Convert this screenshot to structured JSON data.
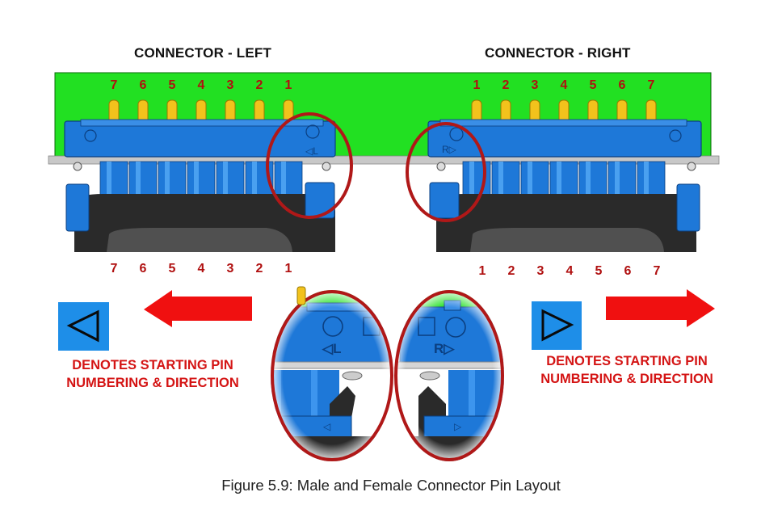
{
  "left": {
    "title": "CONNECTOR - LEFT",
    "pins_top": [
      "7",
      "6",
      "5",
      "4",
      "3",
      "2",
      "1"
    ],
    "pins_bottom": [
      "7",
      "6",
      "5",
      "4",
      "3",
      "2",
      "1"
    ],
    "marker_letter": "L",
    "denotes_line1": "DENOTES STARTING PIN",
    "denotes_line2": "NUMBERING & DIRECTION"
  },
  "right": {
    "title": "CONNECTOR - RIGHT",
    "pins_top": [
      "1",
      "2",
      "3",
      "4",
      "5",
      "6",
      "7"
    ],
    "pins_bottom": [
      "1",
      "2",
      "3",
      "4",
      "5",
      "6",
      "7"
    ],
    "marker_letter": "R",
    "denotes_line1": "DENOTES STARTING PIN",
    "denotes_line2": "NUMBERING & DIRECTION"
  },
  "caption": "Figure 5.9: Male and Female Connector Pin Layout",
  "colors": {
    "board_green": "#22e022",
    "connector_blue": "#1e78d8",
    "pin_yellow": "#f2c21c",
    "arrow_red": "#f01010",
    "text_red": "#d41414",
    "circle_red": "#b01818"
  }
}
